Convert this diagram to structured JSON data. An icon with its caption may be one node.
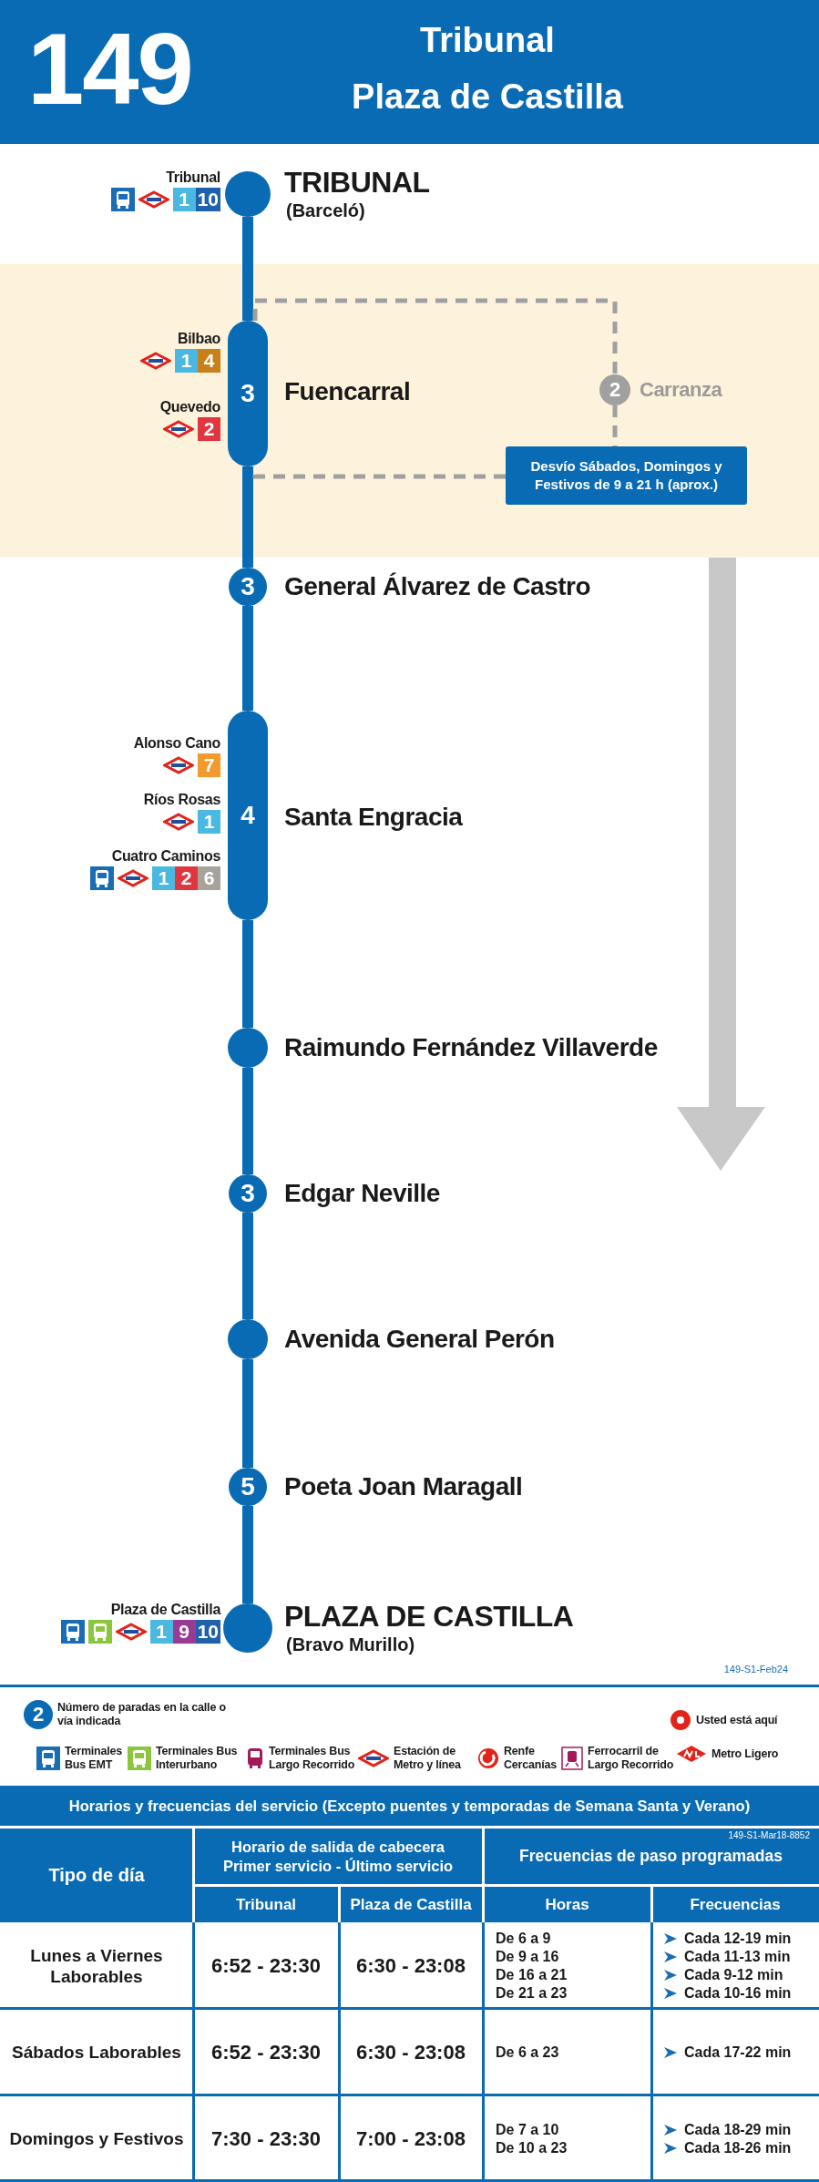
{
  "diagram": {
    "title": "149",
    "nodes": [
      {
        "text": [],
        "shape": "circle",
        "beside": [
          "TRIBUNAL",
          "(Barceló)"
        ]
      },
      {
        "text": [
          "3"
        ],
        "beside": [
          "Fuencarral"
        ]
      },
      {
        "text": [
          "2"
        ],
        "beside": [
          "Carranza"
        ]
      },
      {
        "text": [
          "Desvío Sábados, Domingos y Festivos de 9 a 21 h (aprox.)"
        ]
      },
      {
        "text": [
          "3"
        ],
        "beside": [
          "General Álvarez de Castro"
        ]
      },
      {
        "text": [
          "4"
        ],
        "beside": [
          "Santa Engracia"
        ]
      },
      {
        "text": [],
        "shape": "circle",
        "beside": [
          "Raimundo Fernández Villaverde"
        ]
      },
      {
        "text": [
          "3"
        ],
        "beside": [
          "Edgar Neville"
        ]
      },
      {
        "text": [],
        "shape": "circle",
        "beside": [
          "Avenida General Perón"
        ]
      },
      {
        "text": [
          "5"
        ],
        "beside": [
          "Poeta Joan Maragall"
        ]
      },
      {
        "text": [],
        "shape": "circle",
        "beside": [
          "PLAZA DE CASTILLA",
          "(Bravo Murillo)"
        ]
      }
    ],
    "edges": [
      {
        "from": 0,
        "to": 1,
        "arrow": "none"
      },
      {
        "from": 1,
        "to": 4,
        "arrow": "none"
      },
      {
        "from": 4,
        "to": 5,
        "arrow": "none"
      },
      {
        "from": 5,
        "to": 6,
        "arrow": "none"
      },
      {
        "from": 6,
        "to": 7,
        "arrow": "none"
      },
      {
        "from": 7,
        "to": 8,
        "arrow": "none"
      },
      {
        "from": 8,
        "to": 9,
        "arrow": "none"
      },
      {
        "from": 9,
        "to": 10,
        "arrow": "none"
      },
      {
        "from": 1,
        "to": 2,
        "arrow": "none",
        "style": "dashed",
        "color": "#a0a0a0"
      },
      {
        "from": 2,
        "to": 3,
        "arrow": "none",
        "style": "dashed",
        "color": "#a0a0a0"
      },
      {
        "from": 3,
        "to": 1,
        "arrow": "none",
        "style": "dashed",
        "color": "#a0a0a0"
      }
    ],
    "labels": [
      "Tribunal",
      "Plaza de Castilla",
      "Tribunal",
      "1",
      "10",
      "Bilbao",
      "1",
      "4",
      "Quevedo",
      "2",
      "Alonso Cano",
      "7",
      "Ríos Rosas",
      "1",
      "Cuatro Caminos",
      "1",
      "2",
      "6",
      "Plaza de Castilla",
      "1",
      "9",
      "10",
      "149-S1-Feb24",
      "2",
      "Horarios y frecuencias del servicio (Excepto puentes y temporadas de Semana Santa y Verano)",
      "Tipo de día",
      "Horario de salida de cabecera Primer servicio - Último servicio",
      "149-S1-Mar18-8852",
      "Frecuencias de paso programadas",
      "Tribunal",
      "Plaza de Castilla",
      "Horas",
      "Frecuencias",
      "Lunes a Viernes Laborables",
      "6:52 - 23:30",
      "6:30 - 23:08",
      "De 6 a 9",
      "De 9 a 16",
      "De 16 a 21",
      "De 21 a 23",
      "Cada 12-19 min",
      "Cada 11-13 min",
      "Cada 9-12 min",
      "Cada 10-16 min",
      "Sábados Laborables",
      "6:52 - 23:30",
      "6:30 - 23:08",
      "De 6 a 23",
      "Cada 17-22 min",
      "Domingos y Festivos",
      "7:30 - 23:30",
      "7:00 - 23:08",
      "De 7 a 10",
      "De 10 a 23",
      "Cada 18-29 min",
      "Cada 18-26 min"
    ],
    "legend": [
      {
        "text": "Número de paradas en la calle o vía indicada"
      },
      {
        "text": "Usted está aquí"
      },
      {
        "text": "Terminales Bus EMT"
      },
      {
        "text": "Terminales Bus Interurbano"
      },
      {
        "text": "Terminales Bus Largo Recorrido"
      },
      {
        "text": "Estación de Metro y línea"
      },
      {
        "text": "Renfe Cercanías"
      },
      {
        "text": "Ferrocarril de Largo Recorrido"
      },
      {
        "text": "Metro Ligero"
      }
    ]
  }
}
